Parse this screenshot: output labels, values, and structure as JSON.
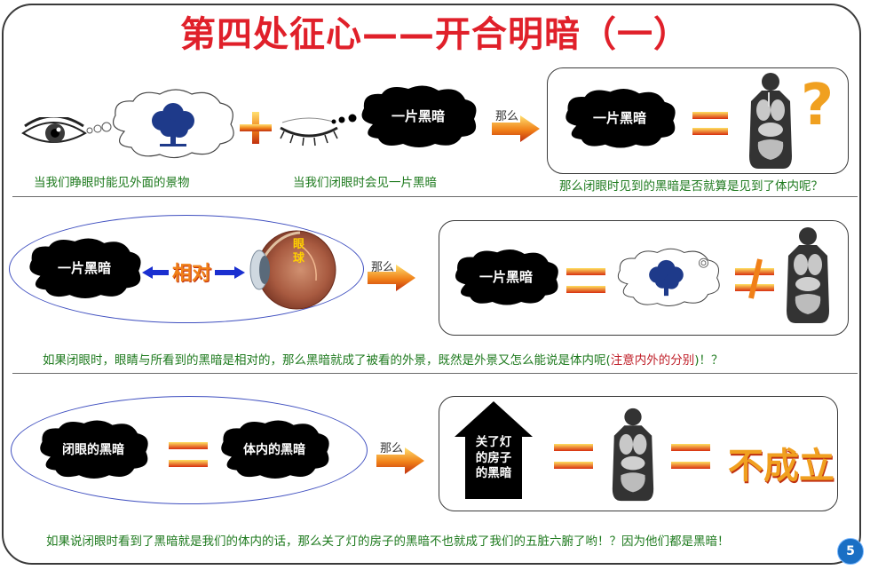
{
  "title": "第四处征心——开合明暗（一）",
  "row1": {
    "cloud_label_a": "一片黑暗",
    "arrow_label": "那么",
    "cloud_label_b": "一片黑暗",
    "question_mark": "?",
    "caption_left": "当我们睁眼时能见外面的景物",
    "caption_mid": "当我们闭眼时会见一片黑暗",
    "caption_right": "那么闭眼时见到的黑暗是否就算是见到了体内呢？"
  },
  "row2": {
    "cloud_label_a": "一片黑暗",
    "relative_text": "相对",
    "eye_label": "眼球",
    "arrow_label": "那么",
    "cloud_label_b": "一片黑暗",
    "caption_main": "如果闭眼时，眼睛与所看到的黑暗是相对的，那么黑暗就成了被看的外景，既然是外景又怎么能说是体内呢(",
    "caption_red": "注意内外的分别",
    "caption_tail": ")！？"
  },
  "row3": {
    "cloud_label_a": "闭眼的黑暗",
    "cloud_label_b": "体内的黑暗",
    "arrow_label": "那么",
    "house_label": "关了灯的房子的黑暗",
    "result_text": "不成立",
    "caption": "如果说闭眼时看到了黑暗就是我们的体内的话，那么关了灯的房子的黑暗不也就成了我们的五脏六腑了哟！？因为他们都是黑暗！"
  },
  "page_number": "5",
  "colors": {
    "title": "#e0202a",
    "caption": "#1e7a1e",
    "accent_orange": "#f07818",
    "tree": "#1e3a8a"
  }
}
